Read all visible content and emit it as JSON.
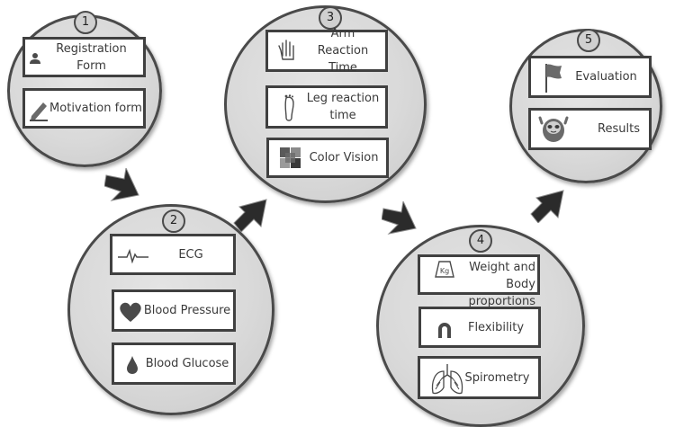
{
  "steps": [
    {
      "number": "1",
      "items": [
        "Registration Form",
        "Motivation form"
      ]
    },
    {
      "number": "2",
      "items": [
        "ECG",
        "Blood Pressure",
        "Blood Glucose"
      ]
    },
    {
      "number": "3",
      "items": [
        "Arm Reaction Time",
        "Leg reaction time",
        "Color Vision"
      ]
    },
    {
      "number": "4",
      "items": [
        "Weight and Body proportions",
        "Flexibility",
        "Spirometry"
      ]
    },
    {
      "number": "5",
      "items": [
        "Evaluation",
        "Results"
      ]
    }
  ],
  "icons": {
    "registration": "person-icon",
    "motivation": "pencil-icon",
    "ecg": "ecg-wave-icon",
    "blood_pressure": "heart-icon",
    "blood_glucose": "drop-icon",
    "arm_reaction": "hand-icon",
    "leg_reaction": "foot-icon",
    "color_vision": "color-squares-icon",
    "weight": "kg-weight-icon",
    "flexibility": "arch-icon",
    "spirometry": "lungs-icon",
    "evaluation": "flag-icon",
    "results": "sloth-icon"
  },
  "weight_icon_text": "Kg",
  "colors": {
    "circle_fill": "#d9d9d9",
    "border": "#404040",
    "box_fill": "#ffffff",
    "arrow": "#2b2b2b"
  }
}
